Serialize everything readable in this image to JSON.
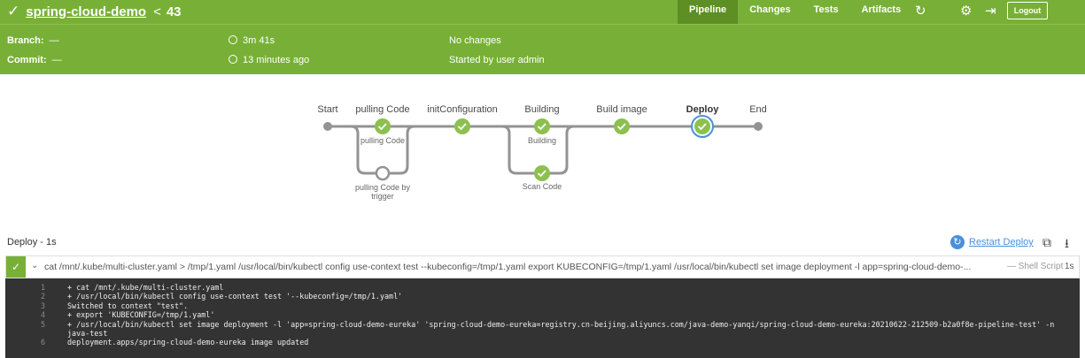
{
  "header": {
    "project": "spring-cloud-demo",
    "separator": "<",
    "run_number": "43",
    "tabs": [
      "Pipeline",
      "Changes",
      "Tests",
      "Artifacts"
    ],
    "active_tab": "Pipeline",
    "logout_label": "Logout"
  },
  "info": {
    "branch_label": "Branch:",
    "branch_value": "—",
    "commit_label": "Commit:",
    "commit_value": "—",
    "duration": "3m 41s",
    "time_ago": "13 minutes ago",
    "changes": "No changes",
    "started_by": "Started by user admin"
  },
  "pipeline": {
    "stages": [
      "Start",
      "pulling Code",
      "initConfiguration",
      "Building",
      "Build image",
      "Deploy",
      "End"
    ],
    "selected_stage": "Deploy",
    "steps": {
      "pulling_code_1": "pulling Code",
      "pulling_code_2": "pulling Code by trigger",
      "building_1": "Building",
      "building_2": "Scan Code"
    },
    "colors": {
      "success": "#8cc04f",
      "line": "#949393",
      "selected": "#4a90d9"
    }
  },
  "deploy": {
    "title": "Deploy - 1s",
    "restart_label": "Restart Deploy",
    "step": {
      "command": "cat /mnt/.kube/multi-cluster.yaml > /tmp/1.yaml /usr/local/bin/kubectl config use-context test --kubeconfig=/tmp/1.yaml export KUBECONFIG=/tmp/1.yaml /usr/local/bin/kubectl set image deployment -l app=spring-cloud-demo-...",
      "kind": "— Shell Script",
      "duration": "1s"
    },
    "console": [
      {
        "n": "1",
        "t": "+ cat /mnt/.kube/multi-cluster.yaml"
      },
      {
        "n": "2",
        "t": "+ /usr/local/bin/kubectl config use-context test '--kubeconfig=/tmp/1.yaml'"
      },
      {
        "n": "3",
        "t": "Switched to context \"test\"."
      },
      {
        "n": "4",
        "t": "+ export 'KUBECONFIG=/tmp/1.yaml'"
      },
      {
        "n": "5",
        "t": "+ /usr/local/bin/kubectl set image deployment -l 'app=spring-cloud-demo-eureka' 'spring-cloud-demo-eureka=registry.cn-beijing.aliyuncs.com/java-demo-yanqi/spring-cloud-demo-eureka:20210622-212509-b2a0f8e-pipeline-test' -n"
      },
      {
        "n": "",
        "t": "java-test"
      },
      {
        "n": "6",
        "t": "deployment.apps/spring-cloud-demo-eureka image updated"
      }
    ]
  }
}
